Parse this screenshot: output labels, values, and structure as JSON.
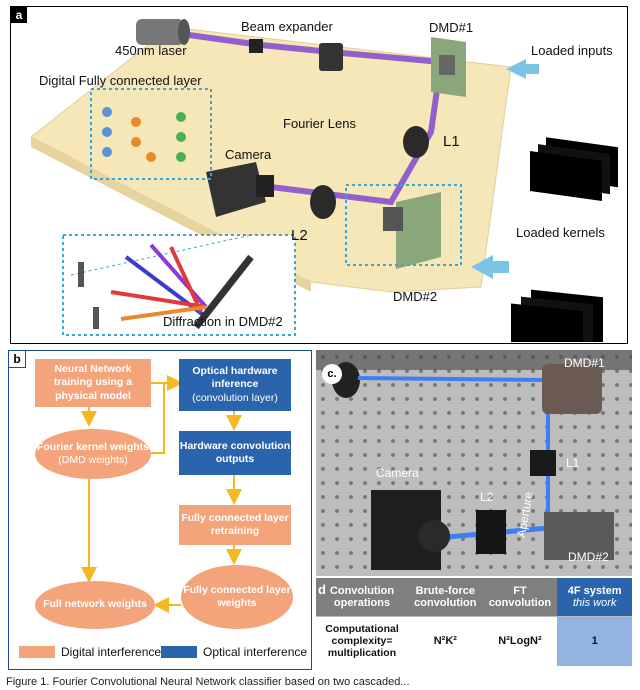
{
  "panel_a": {
    "letter": "a",
    "laser": "450nm laser",
    "beam_expander": "Beam expander",
    "dmd1": "DMD#1",
    "loaded_inputs": "Loaded inputs",
    "digital_fc": "Digital Fully connected layer",
    "fourier_lens": "Fourier Lens",
    "l1": "L1",
    "camera": "Camera",
    "l2": "L2",
    "loaded_kernels": "Loaded kernels",
    "dmd2": "DMD#2",
    "diffraction": "Diffraction in DMD#2"
  },
  "panel_b": {
    "letter": "b",
    "box1": "Neural Network training using a physical model",
    "box2_title": "Optical hardware inference",
    "box2_sub": "(convolution layer)",
    "ell1_title": "Fourier kernel weights",
    "ell1_sub": "(DMD weights)",
    "box3": "Hardware convolution outputs",
    "box4": "Fully connected layer retraining",
    "ell2": "Full network weights",
    "ell3": "Fully connected layer weights",
    "legend_digital": "Digital interference",
    "legend_optical": "Optical interference",
    "orange": "#f4a47a",
    "blue": "#2a64ad",
    "arrow": "#f5b820"
  },
  "panel_c": {
    "letter": "c.",
    "dmd1": "DMD#1",
    "l1": "L1",
    "camera": "Camera",
    "l2": "L2",
    "aperture": "Aperture",
    "dmd2": "DMD#2"
  },
  "panel_d": {
    "letter": "d",
    "headers": [
      "Convolution operations",
      "Brute-force convolution",
      "FT convolution",
      "4F system"
    ],
    "header_sub": "this work",
    "row_label": "Computational complexity= multiplication",
    "row": [
      "N²K²",
      "N²LogN²",
      "1"
    ]
  },
  "caption": "Figure 1. Fourier Convolutional Neural Network classifier based on two cascaded..."
}
